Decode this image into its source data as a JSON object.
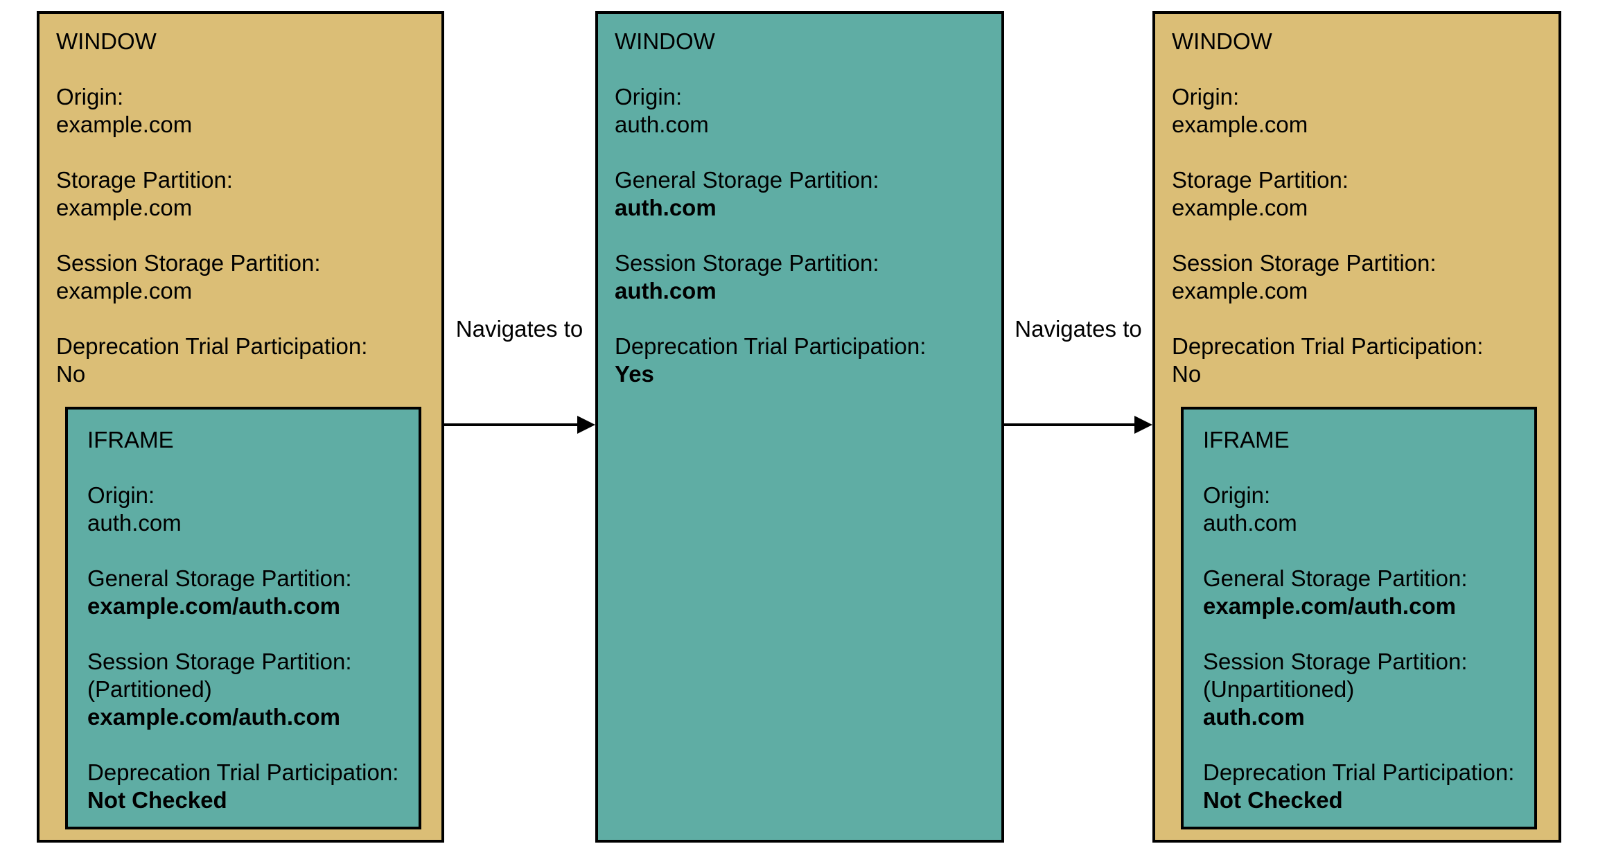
{
  "colors": {
    "window_fill_tan": "#dbbe76",
    "window_fill_teal": "#5fada4",
    "iframe_fill": "#5fada4",
    "border": "#000000",
    "text": "#000000",
    "background": "#ffffff"
  },
  "arrows": [
    {
      "label": "Navigates to"
    },
    {
      "label": "Navigates to"
    }
  ],
  "windows": [
    {
      "title": "WINDOW",
      "fields": [
        {
          "label": "Origin:",
          "value": "example.com",
          "bold": false
        },
        {
          "label": "Storage Partition:",
          "value": "example.com",
          "bold": false
        },
        {
          "label": "Session Storage Partition:",
          "value": "example.com",
          "bold": false
        },
        {
          "label": "Deprecation Trial Participation:",
          "value": "No",
          "bold": false
        }
      ],
      "iframe": {
        "title": "IFRAME",
        "fields": [
          {
            "label": "Origin:",
            "value": "auth.com",
            "bold": false
          },
          {
            "label": "General Storage Partition:",
            "value": "example.com/auth.com",
            "bold": true
          },
          {
            "label": "Session Storage Partition:",
            "note": "(Partitioned)",
            "value": "example.com/auth.com",
            "bold": true
          },
          {
            "label": "Deprecation Trial Participation:",
            "value": "Not Checked",
            "bold": true
          }
        ]
      }
    },
    {
      "title": "WINDOW",
      "fields": [
        {
          "label": "Origin:",
          "value": "auth.com",
          "bold": false
        },
        {
          "label": "General Storage Partition:",
          "value": "auth.com",
          "bold": true
        },
        {
          "label": "Session Storage Partition:",
          "value": "auth.com",
          "bold": true
        },
        {
          "label": "Deprecation Trial Participation:",
          "value": "Yes",
          "bold": true
        }
      ]
    },
    {
      "title": "WINDOW",
      "fields": [
        {
          "label": "Origin:",
          "value": "example.com",
          "bold": false
        },
        {
          "label": "Storage Partition:",
          "value": "example.com",
          "bold": false
        },
        {
          "label": "Session Storage Partition:",
          "value": "example.com",
          "bold": false
        },
        {
          "label": "Deprecation Trial Participation:",
          "value": "No",
          "bold": false
        }
      ],
      "iframe": {
        "title": "IFRAME",
        "fields": [
          {
            "label": "Origin:",
            "value": "auth.com",
            "bold": false
          },
          {
            "label": "General Storage Partition:",
            "value": "example.com/auth.com",
            "bold": true
          },
          {
            "label": "Session Storage Partition:",
            "note": "(Unpartitioned)",
            "value": "auth.com",
            "bold": true
          },
          {
            "label": "Deprecation Trial Participation:",
            "value": "Not Checked",
            "bold": true
          }
        ]
      }
    }
  ]
}
